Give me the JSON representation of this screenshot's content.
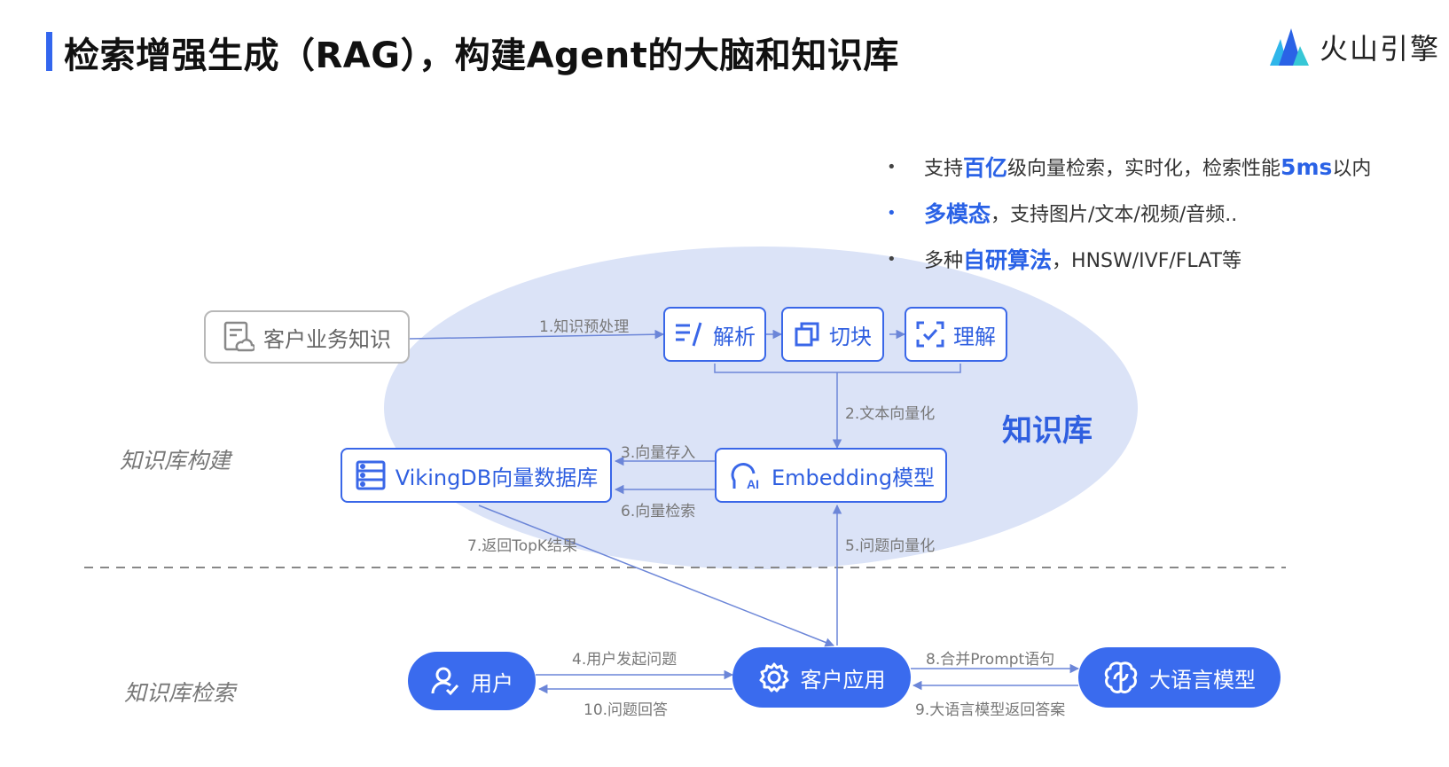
{
  "header": {
    "title": "检索增强生成（RAG），构建Agent的大脑和知识库",
    "brand": "火山引擎"
  },
  "bullets": [
    {
      "parts": [
        "支持",
        "百亿",
        "级向量检索，实时化，检索性能",
        "5ms",
        "以内"
      ]
    },
    {
      "parts": [
        "",
        "多模态",
        "，支持图片/文本/视频/音频.."
      ]
    },
    {
      "parts": [
        "多种",
        "自研算法",
        "，HNSW/IVF/FLAT等"
      ]
    }
  ],
  "sections": {
    "build": "知识库构建",
    "retrieve": "知识库检索",
    "kb": "知识库"
  },
  "nodes": {
    "customer_knowledge": "客户业务知识",
    "parse": "解析",
    "chunk": "切块",
    "understand": "理解",
    "vikingdb": "VikingDB向量数据库",
    "embedding": "Embedding模型",
    "user": "用户",
    "customer_app": "客户应用",
    "llm": "大语言模型"
  },
  "edges": {
    "e1": "1.知识预处理",
    "e2": "2.文本向量化",
    "e3": "3.向量存入",
    "e4": "4.用户发起问题",
    "e5": "5.问题向量化",
    "e6": "6.向量检索",
    "e7": "7.返回TopK结果",
    "e8": "8.合并Prompt语句",
    "e9": "9.大语言模型返回答案",
    "e10": "10.问题回答"
  },
  "colors": {
    "accent": "#3a67e8",
    "ellipse": "#dbe3f7",
    "gray_border": "#b8b8b8",
    "pill": "#3a6bee"
  },
  "icons": {
    "logo": "volcano-logo-icon",
    "customer_knowledge": "document-cloud-icon",
    "parse": "parse-lines-icon",
    "chunk": "copy-blocks-icon",
    "understand": "scan-check-icon",
    "vikingdb": "database-icon",
    "embedding": "ai-head-icon",
    "user": "user-check-icon",
    "customer_app": "gear-icon",
    "llm": "brain-icon"
  }
}
